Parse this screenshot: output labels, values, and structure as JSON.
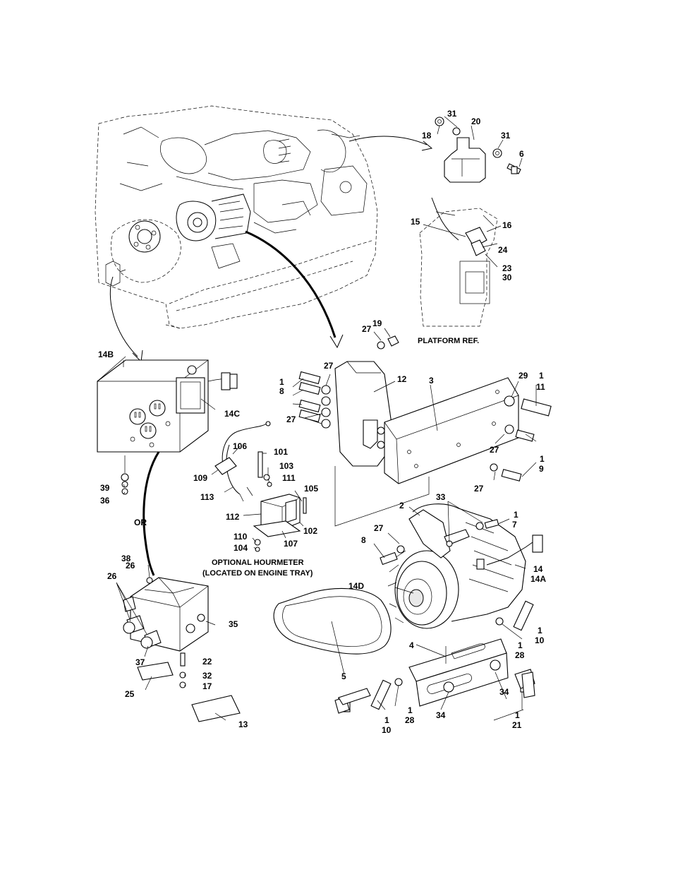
{
  "captions": {
    "platform_ref": "PLATFORM REF.",
    "or": "OR",
    "hourmeter_line1": "OPTIONAL HOURMETER",
    "hourmeter_line2": "(LOCATED ON ENGINE TRAY)"
  },
  "callouts": {
    "c31a": "31",
    "c18": "18",
    "c20": "20",
    "c31b": "31",
    "c6": "6",
    "c15": "15",
    "c16": "16",
    "c24": "24",
    "c23": "23",
    "c30": "30",
    "c27_top": "27",
    "c19": "19",
    "c14b": "14B",
    "c14c": "14C",
    "c27b": "27",
    "c12": "12",
    "c3": "3",
    "c29": "29",
    "c1_11": "1",
    "c11": "11",
    "c1_8": "1",
    "c8": "8",
    "c27c": "27",
    "c27d": "27",
    "c1_9": "1",
    "c9": "9",
    "c27e": "27",
    "c106": "106",
    "c101": "101",
    "c103": "103",
    "c111": "111",
    "c109": "109",
    "c105": "105",
    "c113": "113",
    "c112": "112",
    "c102": "102",
    "c110": "110",
    "c104": "104",
    "c107": "107",
    "c39": "39",
    "c36": "36",
    "c2": "2",
    "c33": "33",
    "c1_7": "1",
    "c7": "7",
    "c27f": "27",
    "c8b": "8",
    "c14": "14",
    "c14a": "14A",
    "c14d": "14D",
    "c38": "38",
    "c26a": "26",
    "c26b": "26",
    "c35": "35",
    "c37": "37",
    "c22": "22",
    "c32": "32",
    "c17": "17",
    "c25": "25",
    "c13": "13",
    "c5": "5",
    "c4": "4",
    "c1_10a": "1",
    "c10a": "10",
    "c1_28a": "1",
    "c28a": "28",
    "c34a": "34",
    "c34b": "34",
    "c1_28b": "1",
    "c28b": "28",
    "c1_10b": "1",
    "c10b": "10",
    "c1_21": "1",
    "c21": "21"
  }
}
